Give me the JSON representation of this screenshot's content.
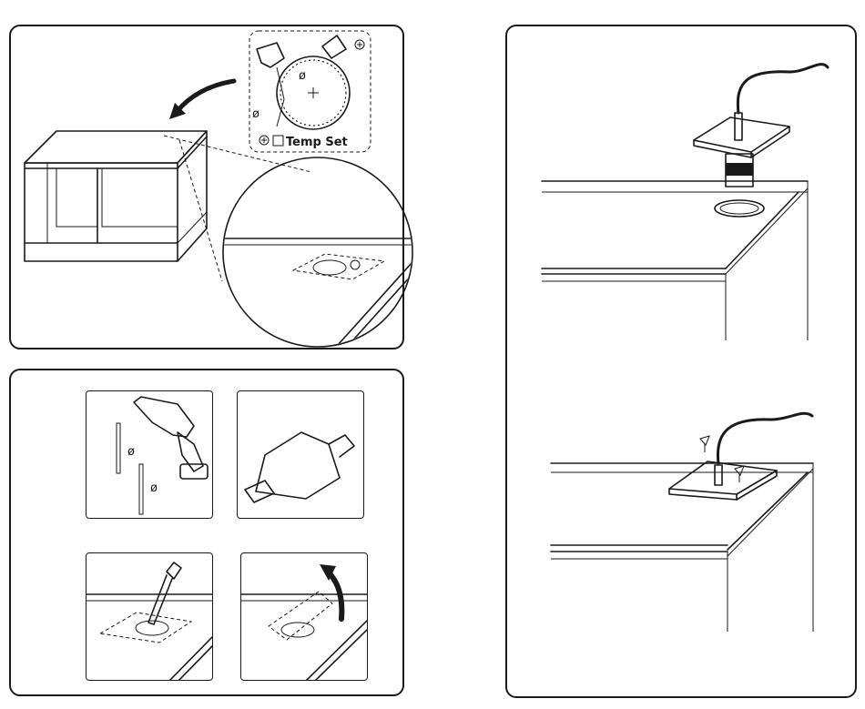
{
  "panels": {
    "cabinet": {
      "brand_label": "Temp Set",
      "diameter_symbol": "ø"
    },
    "tools": {
      "diameter_symbol": "ø"
    },
    "install": {}
  },
  "colors": {
    "ink": "#1a1a1a",
    "background": "#ffffff"
  },
  "icons": [
    "cabinet-icon",
    "curved-arrow-icon",
    "magnifier-circle-icon",
    "template-sheet-icon",
    "drill-icon",
    "drill-bit-icon",
    "hole-saw-icon",
    "file-tool-icon",
    "sensor-probe-icon",
    "mounting-plate-icon",
    "screw-icon"
  ]
}
